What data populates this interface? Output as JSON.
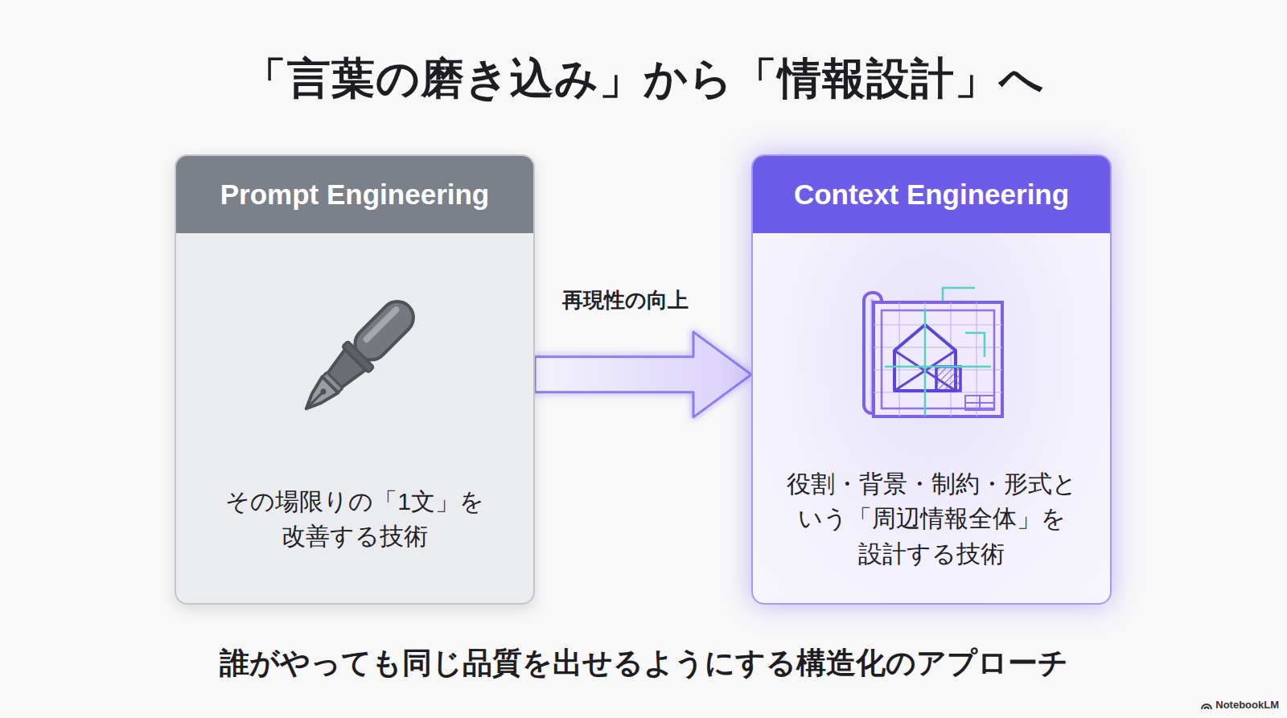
{
  "diagram": {
    "title": "「言葉の磨き込み」から「情報設計」へ",
    "caption": "誰がやっても同じ品質を出せるようにする構造化のアプローチ",
    "nodes": [
      {
        "text": [
          "Prompt Engineering",
          "その場限りの「1文」を 改善する技術"
        ]
      },
      {
        "text": [
          "Context Engineering",
          "役割・背景・制約・形式と いう「周辺情報全体」を 設計する技術"
        ]
      }
    ],
    "edges": [
      {
        "from": 0,
        "to": 1,
        "label": "再現性の向上",
        "arrow": "to"
      }
    ],
    "labels": [
      "NotebookLM"
    ]
  }
}
